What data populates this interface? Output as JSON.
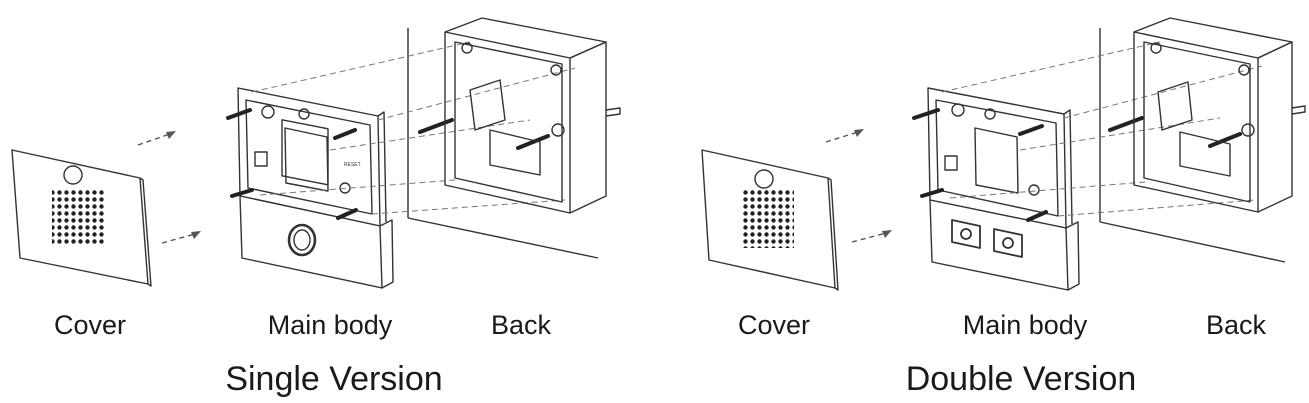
{
  "single": {
    "labels": {
      "cover": "Cover",
      "main_body": "Main body",
      "back": "Back"
    },
    "title": "Single Version",
    "button_count": 1
  },
  "double": {
    "labels": {
      "cover": "Cover",
      "main_body": "Main body",
      "back": "Back"
    },
    "title": "Double Version",
    "button_count": 2
  },
  "board_marking": "RESET",
  "colors": {
    "ink": "#1a1a1a",
    "line": "#333333",
    "dash": "#555555",
    "screw": "#222222"
  }
}
